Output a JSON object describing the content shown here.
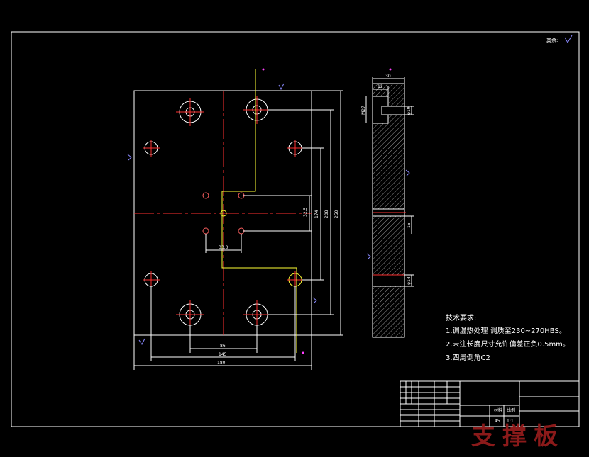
{
  "sheet": {
    "roughness_note": "其余:",
    "watermark": "支撑板"
  },
  "plan_view": {
    "dim_width": "180",
    "dim_145": "145",
    "dim_86": "86",
    "dim_33": "33.3",
    "dim_32": "32.5",
    "dim_174": "174",
    "dim_208": "208",
    "dim_250": "250"
  },
  "section_view": {
    "dim_30": "30",
    "dim_12": "12",
    "dim_m27": "M27",
    "dim_d19": "φ19",
    "dim_15": "15",
    "dim_d14": "φ14"
  },
  "tech_notes": {
    "title": "技术要求:",
    "items": [
      "1.调温热处理 调质至230~270HBS。",
      "2.未注长度尺寸允许偏差正负0.5mm。",
      "3.四周倒角C2"
    ]
  },
  "title_block": {
    "c1": "材料",
    "c2": "比例",
    "c3": "45",
    "c4": "1:1"
  }
}
